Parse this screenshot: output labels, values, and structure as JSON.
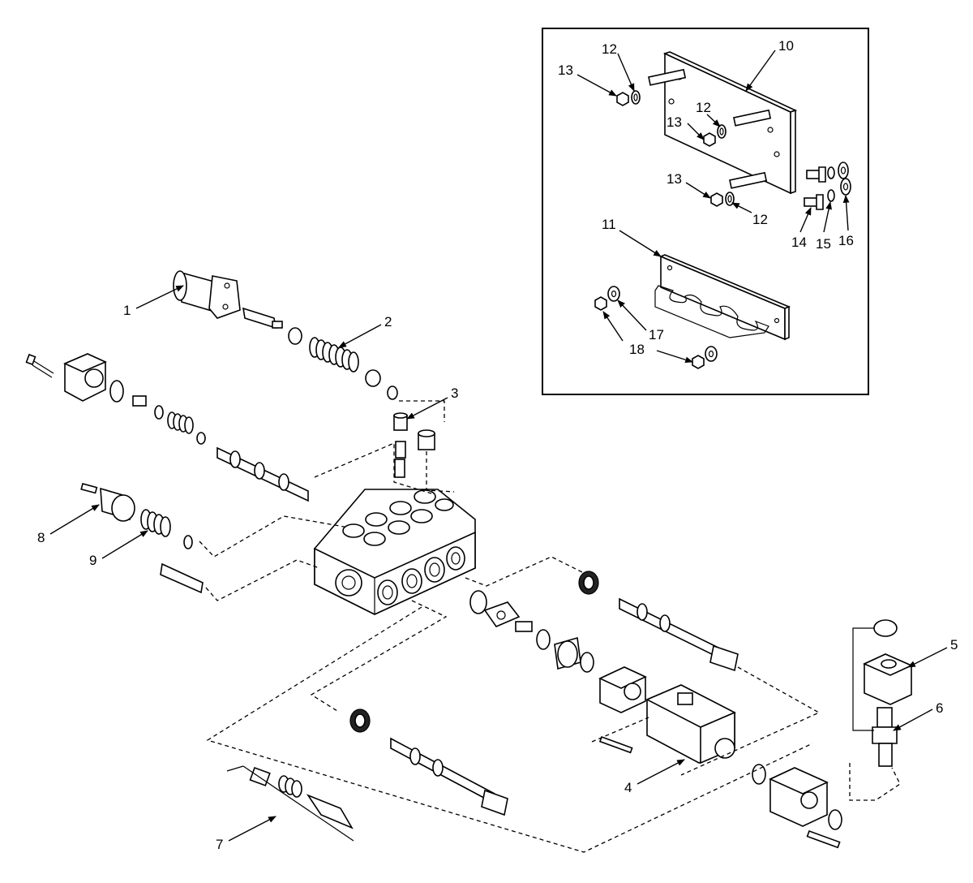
{
  "diagram": {
    "callouts": {
      "c1": "1",
      "c2": "2",
      "c3": "3",
      "c4": "4",
      "c5": "5",
      "c6": "6",
      "c7": "7",
      "c8": "8",
      "c9": "9",
      "c10": "10",
      "c11": "11",
      "c12a": "12",
      "c12b": "12",
      "c12c": "12",
      "c13a": "13",
      "c13b": "13",
      "c13c": "13",
      "c14": "14",
      "c15": "15",
      "c16": "16",
      "c17": "17",
      "c18": "18"
    }
  }
}
